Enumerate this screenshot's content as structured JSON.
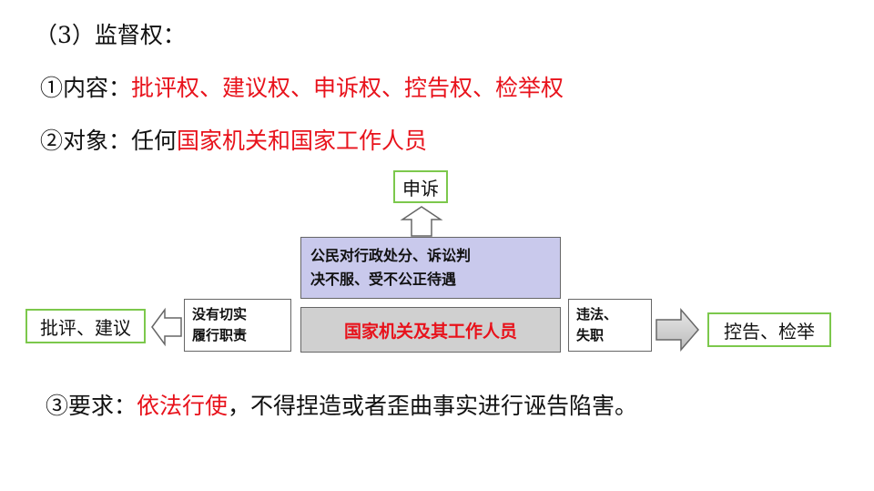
{
  "heading": "（3）监督权：",
  "content": {
    "label": "①内容：",
    "items": "批评权、建议权、申诉权、控告权、检举权"
  },
  "target": {
    "label": "②对象：",
    "prefix": "任何",
    "emphasis": "国家机关和国家工作人员"
  },
  "diagram": {
    "top_box": "申诉",
    "purple_box": [
      "公民对行政处分、诉讼判",
      "决不服、受不公正待遇"
    ],
    "center_box": "国家机关及其工作人员",
    "left_reason": [
      "没有切实",
      "履行职责"
    ],
    "left_box": "批评、建议",
    "right_reason": [
      "违法、",
      "失职"
    ],
    "right_box": "控告、检举"
  },
  "requirement": {
    "label": "③要求：",
    "emphasis": "依法行使",
    "rest": "，不得捏造或者歪曲事实进行诬告陷害。"
  },
  "colors": {
    "emphasis": "#e8121b",
    "green_border": "#7cc84c",
    "purple_fill": "#c9c9ec",
    "organ_fill": "#d0d0d0"
  },
  "icons": [
    "arrow-up-icon",
    "arrow-left-icon",
    "arrow-right-icon"
  ]
}
